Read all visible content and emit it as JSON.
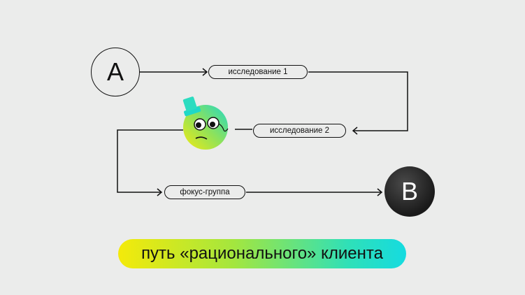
{
  "diagram": {
    "start_node": {
      "label": "A"
    },
    "end_node": {
      "label": "B"
    },
    "steps": [
      {
        "label": "исследование 1"
      },
      {
        "label": "исследование 2"
      },
      {
        "label": "фокус-группа"
      }
    ],
    "mascot": {
      "description": "green-yellow gradient face with top hat and monocle"
    },
    "caption": "путь «рационального» клиента",
    "colors": {
      "background": "#ebeceb",
      "line": "#111111",
      "gradient_start": "#f4ea0a",
      "gradient_end": "#15dbe0",
      "end_node": "#1a1a1a"
    }
  }
}
